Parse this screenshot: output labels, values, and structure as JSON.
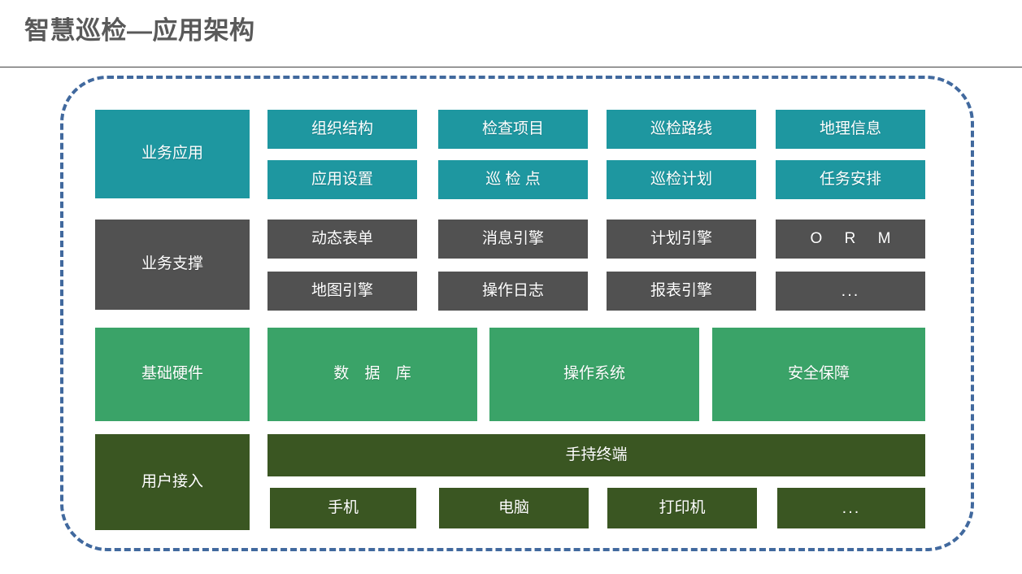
{
  "slide": {
    "title": "智慧巡检—应用架构",
    "background": "#ffffff",
    "rule_color": "#404040",
    "frame": {
      "style": "dashed-rounded-rectangle",
      "color": "#41699E"
    }
  },
  "colors": {
    "business_application": "#1E97A0",
    "business_support": "#515151",
    "infrastructure": "#3AA368",
    "user_access": "#3A5622",
    "title_text": "#595959",
    "box_text": "#ffffff"
  },
  "layers": [
    {
      "id": "business-application",
      "label": "业务应用",
      "color": "#1E97A0",
      "rows": [
        [
          "组织结构",
          "检查项目",
          "巡检路线",
          "地理信息"
        ],
        [
          "应用设置",
          "巡 检 点",
          "巡检计划",
          "任务安排"
        ]
      ]
    },
    {
      "id": "business-support",
      "label": "业务支撑",
      "color": "#515151",
      "rows": [
        [
          "动态表单",
          "消息引擎",
          "计划引擎",
          "O R M"
        ],
        [
          "地图引擎",
          "操作日志",
          "报表引擎",
          "..."
        ]
      ]
    },
    {
      "id": "infrastructure",
      "label": "基础硬件",
      "color": "#3AA368",
      "rows": [
        [
          "数 据 库",
          "操作系统",
          "安全保障"
        ]
      ]
    },
    {
      "id": "user-access",
      "label": "用户接入",
      "color": "#3A5622",
      "banner": "手持终端",
      "rows": [
        [
          "手机",
          "电脑",
          "打印机",
          "..."
        ]
      ]
    }
  ]
}
